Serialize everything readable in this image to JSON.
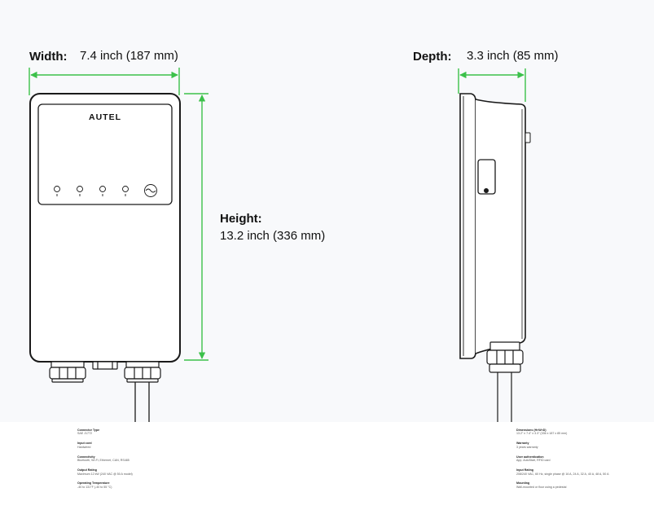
{
  "dimensions": {
    "width": {
      "label": "Width:",
      "value": "7.4 inch  (187 mm)"
    },
    "depth": {
      "label": "Depth:",
      "value": "3.3 inch  (85 mm)"
    },
    "height": {
      "label": "Height:",
      "value": "13.2 inch   (336 mm)"
    }
  },
  "device": {
    "brand": "AUTEL"
  },
  "colors": {
    "dimension_line": "#3cc14a",
    "outline": "#1a1a1a",
    "background": "#f8f9fb"
  },
  "specs_left": [
    {
      "label": "Connector Type",
      "value": "SAE J1772"
    },
    {
      "label": "Input cord",
      "value": "Hardwired"
    },
    {
      "label": "Connectivity",
      "value": "Bluetooth, Wi-Fi, Ethernet, CAN, RS485"
    },
    {
      "label": "Output Rating",
      "value": "Maximum 12 kW (240 VAC @ 50 A model)"
    },
    {
      "label": "Operating Temperature",
      "value": "-40 to 131°F (-40 to 55 °C)"
    }
  ],
  "specs_right": [
    {
      "label": "Dimensions (H×W×D)",
      "value": "13.2\" x 7.4\" x 3.3\" (336 x 187 x 85 mm)"
    },
    {
      "label": "Warranty",
      "value": "3 years warranty"
    },
    {
      "label": "User authentication",
      "value": "App, AutoStart, RFID card"
    },
    {
      "label": "Input Rating",
      "value": "208/240 VAC, 60 Hz, single phase @ 16 A, 24 A, 32 A, 40 A, 48 A, 50 A"
    },
    {
      "label": "Mounting",
      "value": "Wall-mounted or floor using a pedestal"
    }
  ]
}
